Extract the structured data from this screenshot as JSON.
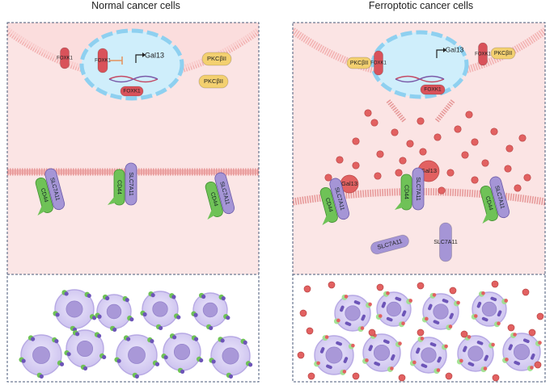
{
  "panels": {
    "left": {
      "title": "Normal cancer cells"
    },
    "right": {
      "title": "Ferroptotic cancer cells"
    }
  },
  "labels": {
    "foxk1": "FOXK1",
    "gal13": "Gal13",
    "pkc": "PKCβII",
    "cd44": "CD44",
    "slc": "SLC7A11"
  },
  "colors": {
    "cytoplasm": "#fbe4e4",
    "membrane": "#f2a7a7",
    "nucleus": "#cfeefb",
    "nucleus_border": "#8ed0f0",
    "cd44": "#6fc257",
    "slc7a11": "#a595d6",
    "gal13": "#e26161",
    "pkc": "#f3d070",
    "foxk1": "#d9525a",
    "panel_border": "#4a5a78"
  }
}
